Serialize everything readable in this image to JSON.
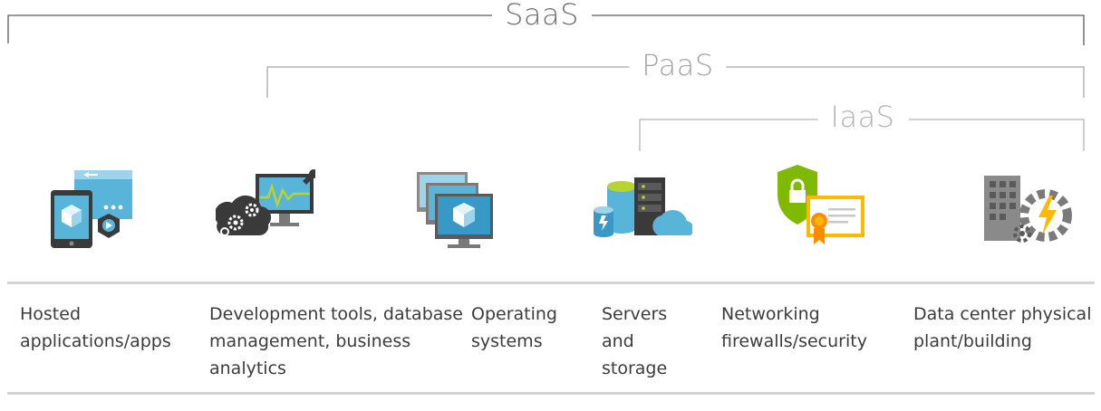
{
  "tiers": {
    "saas": "SaaS",
    "paas": "PaaS",
    "iaas": "IaaS"
  },
  "layers": [
    {
      "icon": "hosted-app-icon",
      "label": "Hosted\napplications/apps"
    },
    {
      "icon": "dev-tools-icon",
      "label": "Development tools, database\nmanagement, business\nanalytics"
    },
    {
      "icon": "operating-systems-icon",
      "label": "Operating\nsystems"
    },
    {
      "icon": "servers-storage-icon",
      "label": "Servers\nand\nstorage"
    },
    {
      "icon": "network-security-icon",
      "label": "Networking\nfirewalls/security"
    },
    {
      "icon": "datacenter-icon",
      "label": "Data center physical\nplant/building"
    }
  ],
  "colors": {
    "azure_blue": "#3999c6",
    "light_blue": "#59b4d9",
    "dark_gray": "#3a3a3a",
    "mid_gray": "#7a7a7a",
    "green": "#7fba00",
    "yellow": "#ffb900",
    "orange": "#ff8c00"
  }
}
